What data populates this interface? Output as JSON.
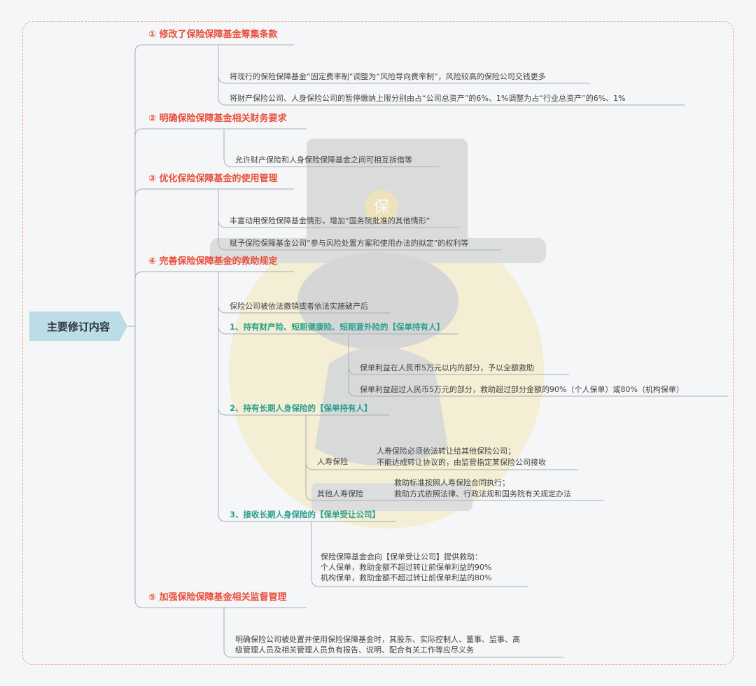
{
  "root": {
    "label": "主要修订内容"
  },
  "sections": [
    {
      "title": "① 修改了保险保障基金筹集条款",
      "items": [
        "将现行的保险保障基金“固定费率制”调整为“风险导向费率制”，风险较高的保险公司交钱更多",
        "将财产保险公司、人身保险公司的暂停缴纳上限分别由占“公司总资产”的6%、1%调整为占“行业总资产”的6%、1%"
      ]
    },
    {
      "title": "② 明确保险保障基金相关财务要求",
      "items": [
        "允许财产保险和人身保险保障基金之间可相互拆借等"
      ]
    },
    {
      "title": "③ 优化保险保障基金的使用管理",
      "items": [
        "丰富动用保险保障基金情形，增加“国务院批准的其他情形”",
        "赋予保险保障基金公司“参与风险处置方案和使用办法的拟定”的权利等"
      ]
    },
    {
      "title": "④ 完善保险保障基金的救助规定",
      "intro": "保险公司被依法撤销或者依法实施破产后",
      "sub1": {
        "title": "1、持有财产险、短期健康险、短期意外险的【保单持有人】",
        "items": [
          "保单利益在人民币5万元以内的部分，予以全额救助",
          "保单利益超过人民币5万元的部分，救助超过部分金额的90%（个人保单）或80%（机构保单）"
        ]
      },
      "sub2": {
        "title": "2、持有长期人身保险的【保单持有人】",
        "life": {
          "label": "人寿保险",
          "lines": [
            "人寿保险必须依法转让给其他保险公司；",
            "不能达成转让协议的，由监管指定某保险公司接收"
          ]
        },
        "other": {
          "label": "其他人寿保险",
          "lines": [
            "救助标准按照人寿保险合同执行；",
            "救助方式依照法律、行政法规和国务院有关规定办法"
          ]
        }
      },
      "sub3": {
        "title": "3、接收长期人身保险的【保单受让公司】",
        "lines": [
          "保险保障基金会向【保单受让公司】提供救助：",
          "个人保单，救助金额不超过转让前保单利益的90%",
          "机构保单，救助金额不超过转让前保单利益的80%"
        ]
      }
    },
    {
      "title": "⑤ 加强保险保障基金相关监督管理",
      "lines": [
        "明确保险公司被处置并使用保险保障基金时，其股东、实际控制人、董事、监事、高",
        "级管理人员及相关管理人员负有报告、说明、配合有关工作等应尽义务"
      ]
    }
  ],
  "colors": {
    "heading": "#e8503f",
    "subheading": "#2ba08e",
    "root_fill": "#bcdde5",
    "line": "#a9aeb4",
    "frame": "#f0a47a",
    "background": "#f5f6f7",
    "watermark_circle": "#f3e8b8",
    "watermark_figure": "#bdbdbd"
  },
  "watermark": {
    "icon": "insurance-mascot-watermark",
    "text": "保"
  }
}
